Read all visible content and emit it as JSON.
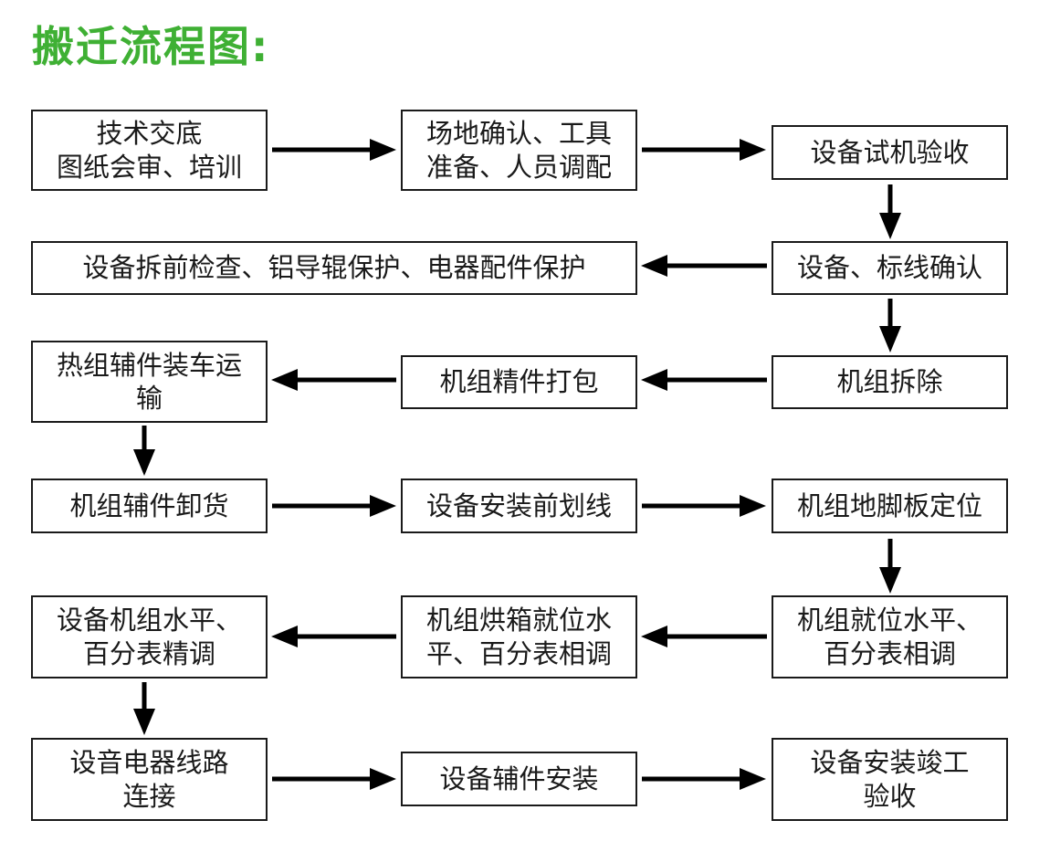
{
  "title": "搬迁流程图:",
  "steps": {
    "s1": "技术交底\n图纸会审、培训",
    "s2": "场地确认、工具\n准备、人员调配",
    "s3": "设备试机验收",
    "s4": "设备、标线确认",
    "s5": "设备拆前检查、铝导辊保护、电器配件保护",
    "s6": "机组拆除",
    "s7": "机组精件打包",
    "s8": "热组辅件装车运\n输",
    "s9": "机组辅件卸货",
    "s10": "设备安装前划线",
    "s11": "机组地脚板定位",
    "s12": "机组就位水平、\n百分表相调",
    "s13": "机组烘箱就位水\n平、百分表相调",
    "s14": "设备机组水平、\n百分表精调",
    "s15": "设音电器线路\n连接",
    "s16": "设备辅件安装",
    "s17": "设备安装竣工\n验收"
  }
}
